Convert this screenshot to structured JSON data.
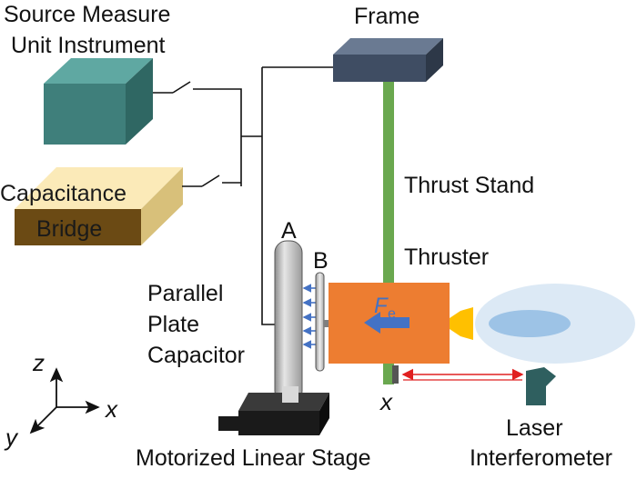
{
  "labels": {
    "source_measure_line1": "Source Measure",
    "source_measure_line2": "Unit Instrument",
    "frame": "Frame",
    "capacitance_line1": "Capacitance",
    "capacitance_line2": "Bridge",
    "thrust_stand": "Thrust Stand",
    "thruster": "Thruster",
    "plate_a": "A",
    "plate_b": "B",
    "parallel_line1": "Parallel",
    "parallel_line2": "Plate",
    "parallel_line3": "Capacitor",
    "force_symbol": "F",
    "force_subscript": "e",
    "x_displacement": "x",
    "laser_line1": "Laser",
    "laser_line2": "Interferometer",
    "motorized_stage": "Motorized Linear Stage",
    "axis_z": "z",
    "axis_x": "x",
    "axis_y": "y"
  },
  "colors": {
    "smu_box": "#3f7f7b",
    "capacitance_box_top": "#f6e3a6",
    "capacitance_box_front": "#6b4a14",
    "frame_box": "#3f4d63",
    "thrust_stand": "#6aa84f",
    "thruster_body": "#ed7d31",
    "force_arrow": "#4472c4",
    "plume": "#bdd7ee",
    "nozzle": "#ffc000",
    "laser_beam": "#e02020",
    "interferometer": "#2f5f5f",
    "stage": "#1a1a1a",
    "plate": "#bfbfbf"
  }
}
